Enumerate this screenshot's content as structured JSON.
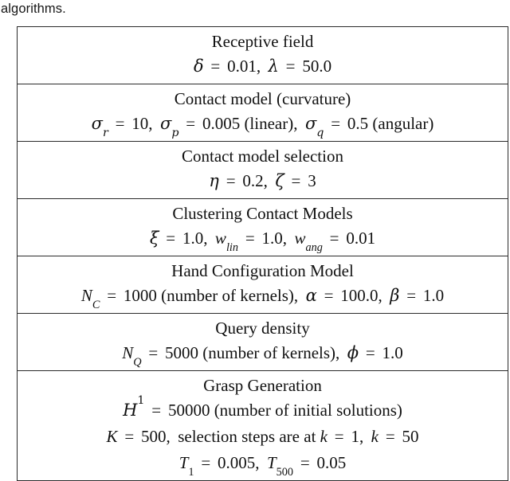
{
  "page": {
    "body_text": "algorithms."
  },
  "table": {
    "name": "grasp-parameter-table",
    "sections": [
      {
        "title": "Receptive field",
        "lines": [
          {
            "plain": "δ = 0.01, λ = 50.0",
            "tokens": [
              {
                "t": "greek",
                "v": "δ"
              },
              {
                "t": "op",
                "v": "="
              },
              {
                "t": "num",
                "v": "0.01"
              },
              {
                "t": "punct",
                "v": ","
              },
              {
                "t": "greek",
                "v": "λ"
              },
              {
                "t": "op",
                "v": "="
              },
              {
                "t": "num",
                "v": "50.0"
              }
            ]
          }
        ]
      },
      {
        "title": "Contact model (curvature)",
        "lines": [
          {
            "plain": "σ_r = 10, σ_p = 0.005 (linear), σ_q = 0.5 (angular)",
            "tokens": [
              {
                "t": "greek",
                "v": "σ",
                "sub": "r"
              },
              {
                "t": "op",
                "v": "="
              },
              {
                "t": "num",
                "v": "10"
              },
              {
                "t": "punct",
                "v": ","
              },
              {
                "t": "greek",
                "v": "σ",
                "sub": "p"
              },
              {
                "t": "op",
                "v": "="
              },
              {
                "t": "num",
                "v": "0.005"
              },
              {
                "t": "text",
                "v": "(linear)"
              },
              {
                "t": "punct",
                "v": ","
              },
              {
                "t": "greek",
                "v": "σ",
                "sub": "q"
              },
              {
                "t": "op",
                "v": "="
              },
              {
                "t": "num",
                "v": "0.5"
              },
              {
                "t": "text",
                "v": "(angular)"
              }
            ]
          }
        ]
      },
      {
        "title": "Contact model selection",
        "lines": [
          {
            "plain": "η = 0.2, ζ = 3",
            "tokens": [
              {
                "t": "greek",
                "v": "η"
              },
              {
                "t": "op",
                "v": "="
              },
              {
                "t": "num",
                "v": "0.2"
              },
              {
                "t": "punct",
                "v": ","
              },
              {
                "t": "greek",
                "v": "ζ"
              },
              {
                "t": "op",
                "v": "="
              },
              {
                "t": "num",
                "v": "3"
              }
            ]
          }
        ]
      },
      {
        "title": "Clustering Contact Models",
        "lines": [
          {
            "plain": "ξ = 1.0, w_lin = 1.0, w_ang = 0.01",
            "tokens": [
              {
                "t": "greek",
                "v": "ξ"
              },
              {
                "t": "op",
                "v": "="
              },
              {
                "t": "num",
                "v": "1.0"
              },
              {
                "t": "punct",
                "v": ","
              },
              {
                "t": "var",
                "v": "w",
                "sub": "lin"
              },
              {
                "t": "op",
                "v": "="
              },
              {
                "t": "num",
                "v": "1.0"
              },
              {
                "t": "punct",
                "v": ","
              },
              {
                "t": "var",
                "v": "w",
                "sub": "ang"
              },
              {
                "t": "op",
                "v": "="
              },
              {
                "t": "num",
                "v": "0.01"
              }
            ]
          }
        ]
      },
      {
        "title": "Hand Configuration Model",
        "lines": [
          {
            "plain": "N_C = 1000 (number of kernels), α = 100.0, β = 1.0",
            "tokens": [
              {
                "t": "var",
                "v": "N",
                "sub": "C"
              },
              {
                "t": "op",
                "v": "="
              },
              {
                "t": "num",
                "v": "1000"
              },
              {
                "t": "text",
                "v": "(number of kernels)"
              },
              {
                "t": "punct",
                "v": ","
              },
              {
                "t": "greek",
                "v": "α"
              },
              {
                "t": "op",
                "v": "="
              },
              {
                "t": "num",
                "v": "100.0"
              },
              {
                "t": "punct",
                "v": ","
              },
              {
                "t": "greek",
                "v": "β"
              },
              {
                "t": "op",
                "v": "="
              },
              {
                "t": "num",
                "v": "1.0"
              }
            ]
          }
        ]
      },
      {
        "title": "Query density",
        "lines": [
          {
            "plain": "N_Q = 5000 (number of kernels), ϕ = 1.0",
            "tokens": [
              {
                "t": "var",
                "v": "N",
                "sub": "Q"
              },
              {
                "t": "op",
                "v": "="
              },
              {
                "t": "num",
                "v": "5000"
              },
              {
                "t": "text",
                "v": "(number of kernels)"
              },
              {
                "t": "punct",
                "v": ","
              },
              {
                "t": "greek",
                "v": "ϕ"
              },
              {
                "t": "op",
                "v": "="
              },
              {
                "t": "num",
                "v": "1.0"
              }
            ]
          }
        ]
      },
      {
        "title": "Grasp Generation",
        "lines": [
          {
            "plain": "ℋ¹ = 50000 (number of initial solutions)",
            "tokens": [
              {
                "t": "cal",
                "v": "H",
                "sup": "1"
              },
              {
                "t": "op",
                "v": "="
              },
              {
                "t": "num",
                "v": "50000"
              },
              {
                "t": "text",
                "v": "(number of initial solutions)"
              }
            ]
          },
          {
            "plain": "K = 500, selection steps are at k = 1, k = 50",
            "tokens": [
              {
                "t": "var",
                "v": "K"
              },
              {
                "t": "op",
                "v": "="
              },
              {
                "t": "num",
                "v": "500"
              },
              {
                "t": "punct",
                "v": ","
              },
              {
                "t": "text",
                "v": "selection steps are at"
              },
              {
                "t": "var",
                "v": "k"
              },
              {
                "t": "op",
                "v": "="
              },
              {
                "t": "num",
                "v": "1"
              },
              {
                "t": "punct",
                "v": ","
              },
              {
                "t": "var",
                "v": "k"
              },
              {
                "t": "op",
                "v": "="
              },
              {
                "t": "num",
                "v": "50"
              }
            ]
          },
          {
            "plain": "T_1 = 0.005, T_500 = 0.05",
            "tokens": [
              {
                "t": "var",
                "v": "T",
                "sub": "1",
                "subupright": true
              },
              {
                "t": "op",
                "v": "="
              },
              {
                "t": "num",
                "v": "0.005"
              },
              {
                "t": "punct",
                "v": ","
              },
              {
                "t": "var",
                "v": "T",
                "sub": "500",
                "subupright": true
              },
              {
                "t": "op",
                "v": "="
              },
              {
                "t": "num",
                "v": "0.05"
              }
            ]
          }
        ]
      }
    ]
  },
  "colors": {
    "border": "#2b2b2b",
    "text": "#111111",
    "background": "#ffffff"
  }
}
